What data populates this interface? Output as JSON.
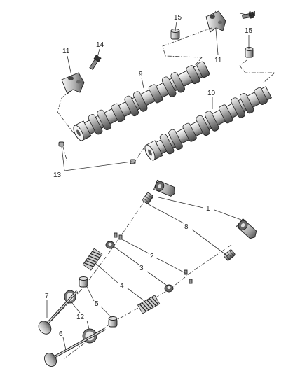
{
  "callouts": {
    "c1": "1",
    "c2": "2",
    "c3": "3",
    "c4": "4",
    "c5": "5",
    "c6": "6",
    "c7": "7",
    "c8": "8",
    "c9": "9",
    "c10": "10",
    "c11a": "11",
    "c11b": "11",
    "c12": "12",
    "c13": "13",
    "c14a": "14",
    "c14b": "14",
    "c15a": "15",
    "c15b": "15"
  },
  "colors": {
    "line": "#222222",
    "part_dark": "#555555",
    "part_light": "#e6e6e6",
    "background": "#ffffff"
  },
  "parts": [
    {
      "ref": "1",
      "name": "rocker-arm"
    },
    {
      "ref": "2",
      "name": "valve-keeper"
    },
    {
      "ref": "3",
      "name": "spring-retainer"
    },
    {
      "ref": "4",
      "name": "valve-spring"
    },
    {
      "ref": "5",
      "name": "valve-stem-seal"
    },
    {
      "ref": "6",
      "name": "exhaust-valve"
    },
    {
      "ref": "7",
      "name": "intake-valve"
    },
    {
      "ref": "8",
      "name": "hydraulic-lash-adjuster"
    },
    {
      "ref": "9",
      "name": "camshaft-left"
    },
    {
      "ref": "10",
      "name": "camshaft-right"
    },
    {
      "ref": "11",
      "name": "camshaft-bearing-cap"
    },
    {
      "ref": "12",
      "name": "valve-seat-insert"
    },
    {
      "ref": "13",
      "name": "dowel-pin"
    },
    {
      "ref": "14",
      "name": "cap-bolt"
    },
    {
      "ref": "15",
      "name": "camshaft-plug"
    }
  ]
}
